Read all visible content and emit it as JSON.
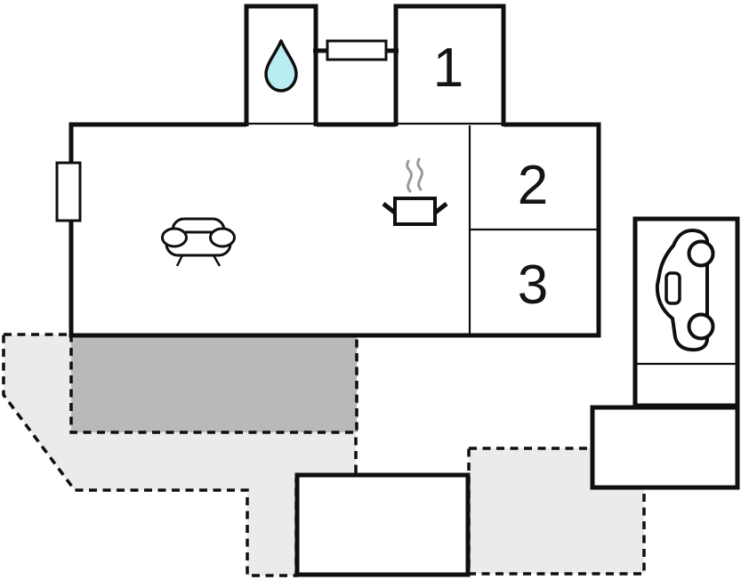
{
  "floorplan": {
    "rooms": {
      "bedroom_1": {
        "label": "1"
      },
      "bedroom_2": {
        "label": "2"
      },
      "bedroom_3": {
        "label": "3"
      },
      "bathroom": {
        "icon": "water-drop-icon"
      },
      "living_area": {
        "icon": "sofa-icon"
      },
      "kitchen": {
        "icon": "cooking-pot-icon"
      },
      "carport": {
        "icon": "car-icon"
      }
    },
    "areas": {
      "terrace_main": {
        "outline": "dashed",
        "fill": "light-gray"
      },
      "terrace_covered": {
        "outline": "dashed",
        "fill": "dark-gray"
      },
      "terrace_secondary": {
        "outline": "dashed",
        "fill": "light-gray"
      },
      "annex": {
        "outline": "solid",
        "fill": "white"
      },
      "shed": {
        "outline": "solid",
        "fill": "white"
      }
    },
    "colors": {
      "wall": "#0f0f0f",
      "terrace_light": "#ebebeb",
      "terrace_dark": "#b9b9b9",
      "water_drop": "#b8eef2",
      "steam": "#999999",
      "room_fill": "#ffffff",
      "background": "#ffffff"
    }
  }
}
